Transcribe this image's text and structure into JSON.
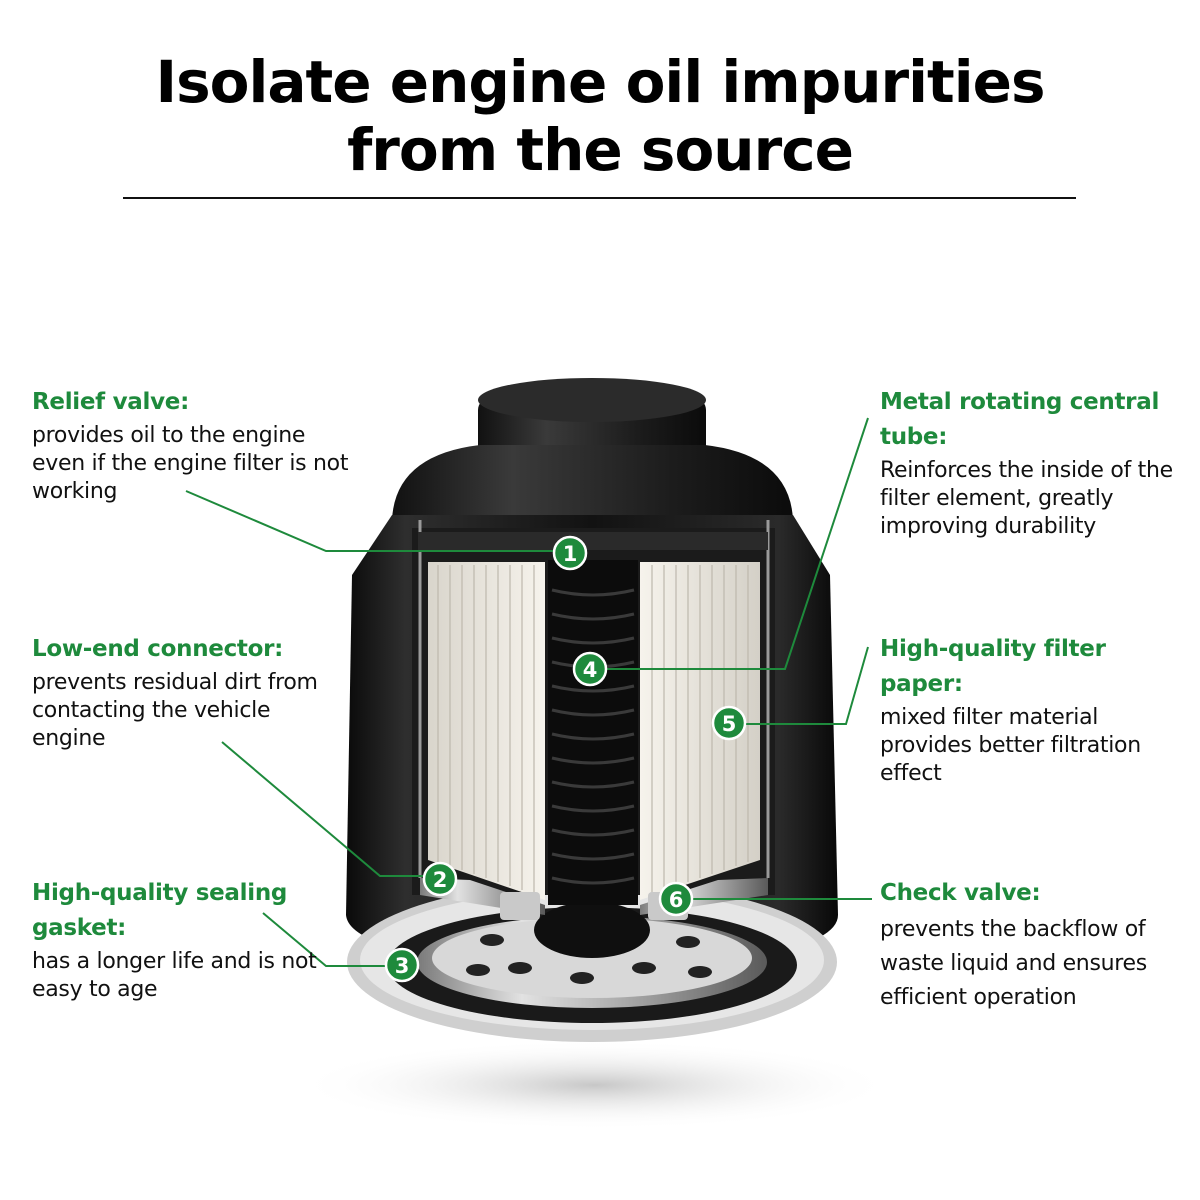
{
  "title": {
    "line1": "Isolate engine oil impurities",
    "line2": "from the source"
  },
  "callouts": [
    {
      "number": "1",
      "heading": "Relief valve:",
      "description": "provides oil to the engine even if the engine filter is not working"
    },
    {
      "number": "2",
      "heading": "Low-end connector:",
      "description": "prevents residual dirt from contacting the vehicle engine"
    },
    {
      "number": "3",
      "heading": "High-quality sealing gasket:",
      "description": "has a longer life and is not easy to age"
    },
    {
      "number": "4",
      "heading": "Metal rotating central tube:",
      "description": "Reinforces the inside of the filter element, greatly improving durability"
    },
    {
      "number": "5",
      "heading": "High-quality filter paper:",
      "description": "mixed filter material provides better filtration effect"
    },
    {
      "number": "6",
      "heading": "Check valve:",
      "description": "prevents the backflow of waste liquid and ensures efficient operation"
    }
  ],
  "colors": {
    "accent_green": "#1e8a3c",
    "filter_body": "#141414",
    "filter_paper": "#f2efe8"
  }
}
